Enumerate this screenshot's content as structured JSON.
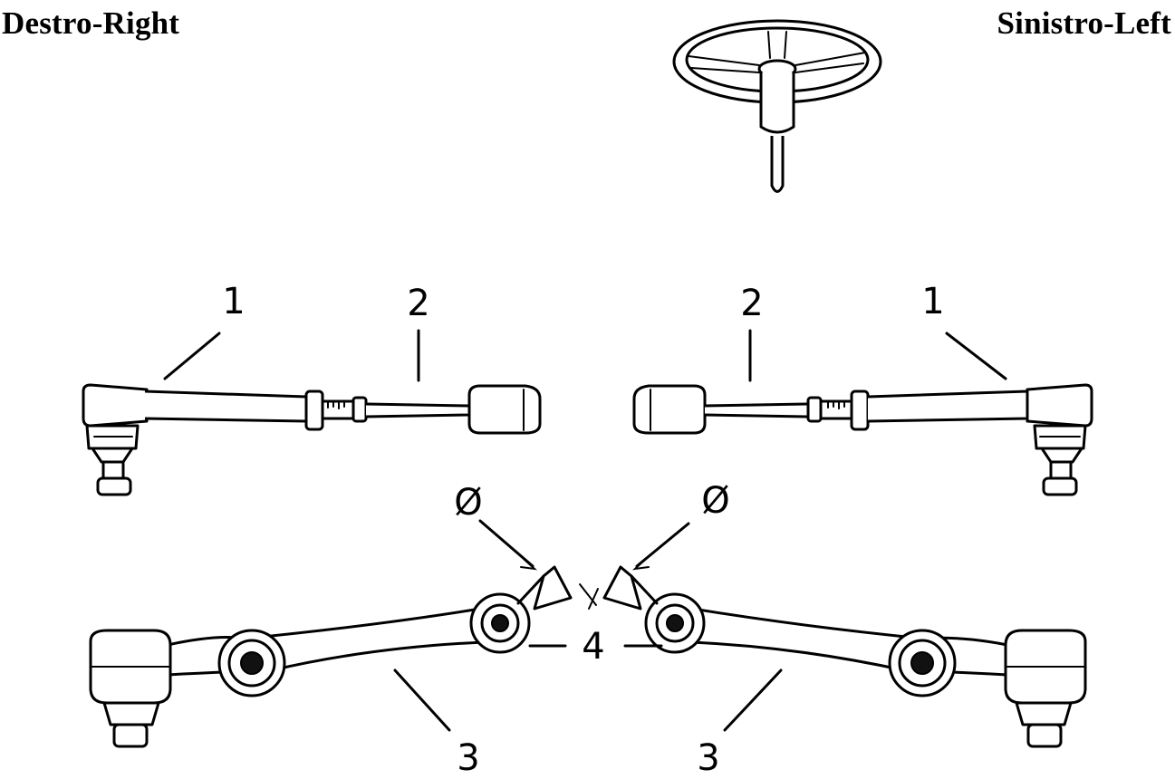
{
  "headings": {
    "right": "Destro-Right",
    "left": "Sinistro-Left"
  },
  "callouts": {
    "tie_rod_end": "1",
    "tie_rod": "2",
    "control_arm": "3",
    "bush": "4",
    "diameter_symbol": "Ø"
  },
  "palette": {
    "ink": "#000000",
    "paper": "#ffffff"
  },
  "icons": [
    "steering-wheel-icon"
  ]
}
